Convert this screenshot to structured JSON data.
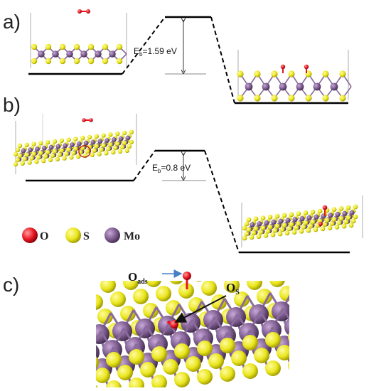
{
  "panels": {
    "a": {
      "label": "a)",
      "barrier": {
        "e_symbol": "E",
        "e_sub": "b",
        "value": "=1.59 eV"
      }
    },
    "b": {
      "label": "b)",
      "barrier": {
        "e_symbol": "E",
        "e_sub": "b",
        "value": "=0.8 eV"
      }
    },
    "c": {
      "label": "c)"
    }
  },
  "legend": [
    {
      "symbol": "O",
      "color": "#e8141e"
    },
    {
      "symbol": "S",
      "color": "#e9e51c"
    },
    {
      "symbol": "Mo",
      "color": "#7a5a8c"
    }
  ],
  "annotations": {
    "o_ads": {
      "main": "O",
      "sub": "ads"
    },
    "o_s": {
      "main": "O",
      "sub": "S"
    }
  },
  "colors": {
    "oxygen": "#e8141e",
    "sulfur": "#e9e51c",
    "molybdenum": "#7a5a8c",
    "bond": "#8a6a9a"
  }
}
